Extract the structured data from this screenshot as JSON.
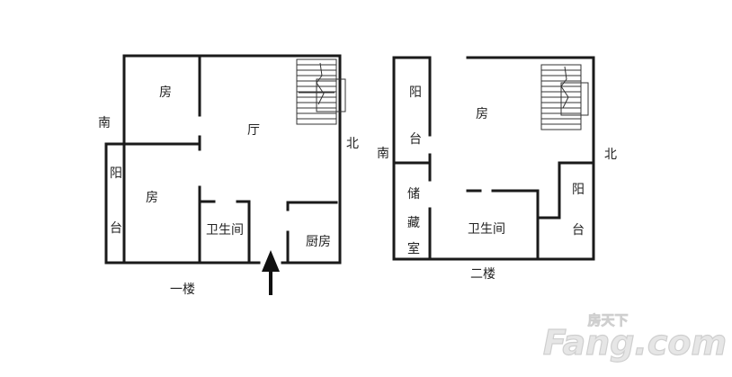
{
  "floor1": {
    "caption": "一楼",
    "rooms": {
      "room_top": "房",
      "hall": "厅",
      "room_bottom": "房",
      "balcony_char1": "阳",
      "balcony_char2": "台",
      "bathroom": "卫生间",
      "kitchen": "厨房"
    },
    "compass": {
      "south": "南",
      "north": "北"
    }
  },
  "floor2": {
    "caption": "二楼",
    "rooms": {
      "room": "房",
      "balcony_left_char1": "阳",
      "balcony_left_char2": "台",
      "storage_char1": "储",
      "storage_char2": "藏",
      "storage_char3": "室",
      "bathroom": "卫生间",
      "balcony_right_char1": "阳",
      "balcony_right_char2": "台"
    },
    "compass": {
      "south": "南",
      "north": "北"
    }
  },
  "watermark": {
    "logo_text": "Fang.com",
    "logo_cn": "房天下"
  }
}
